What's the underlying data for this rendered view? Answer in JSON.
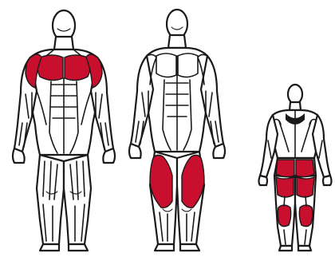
{
  "figures": [
    {
      "view": "front",
      "highlighted": [
        "chest",
        "shoulders"
      ]
    },
    {
      "view": "front",
      "highlighted": [
        "quadriceps"
      ]
    },
    {
      "view": "back",
      "highlighted": [
        "glutes",
        "hamstrings",
        "calves"
      ]
    }
  ],
  "colors": {
    "highlight": "#c8102e",
    "outline": "#1a1a1a",
    "body": "#ffffff",
    "background": "#ffffff"
  }
}
